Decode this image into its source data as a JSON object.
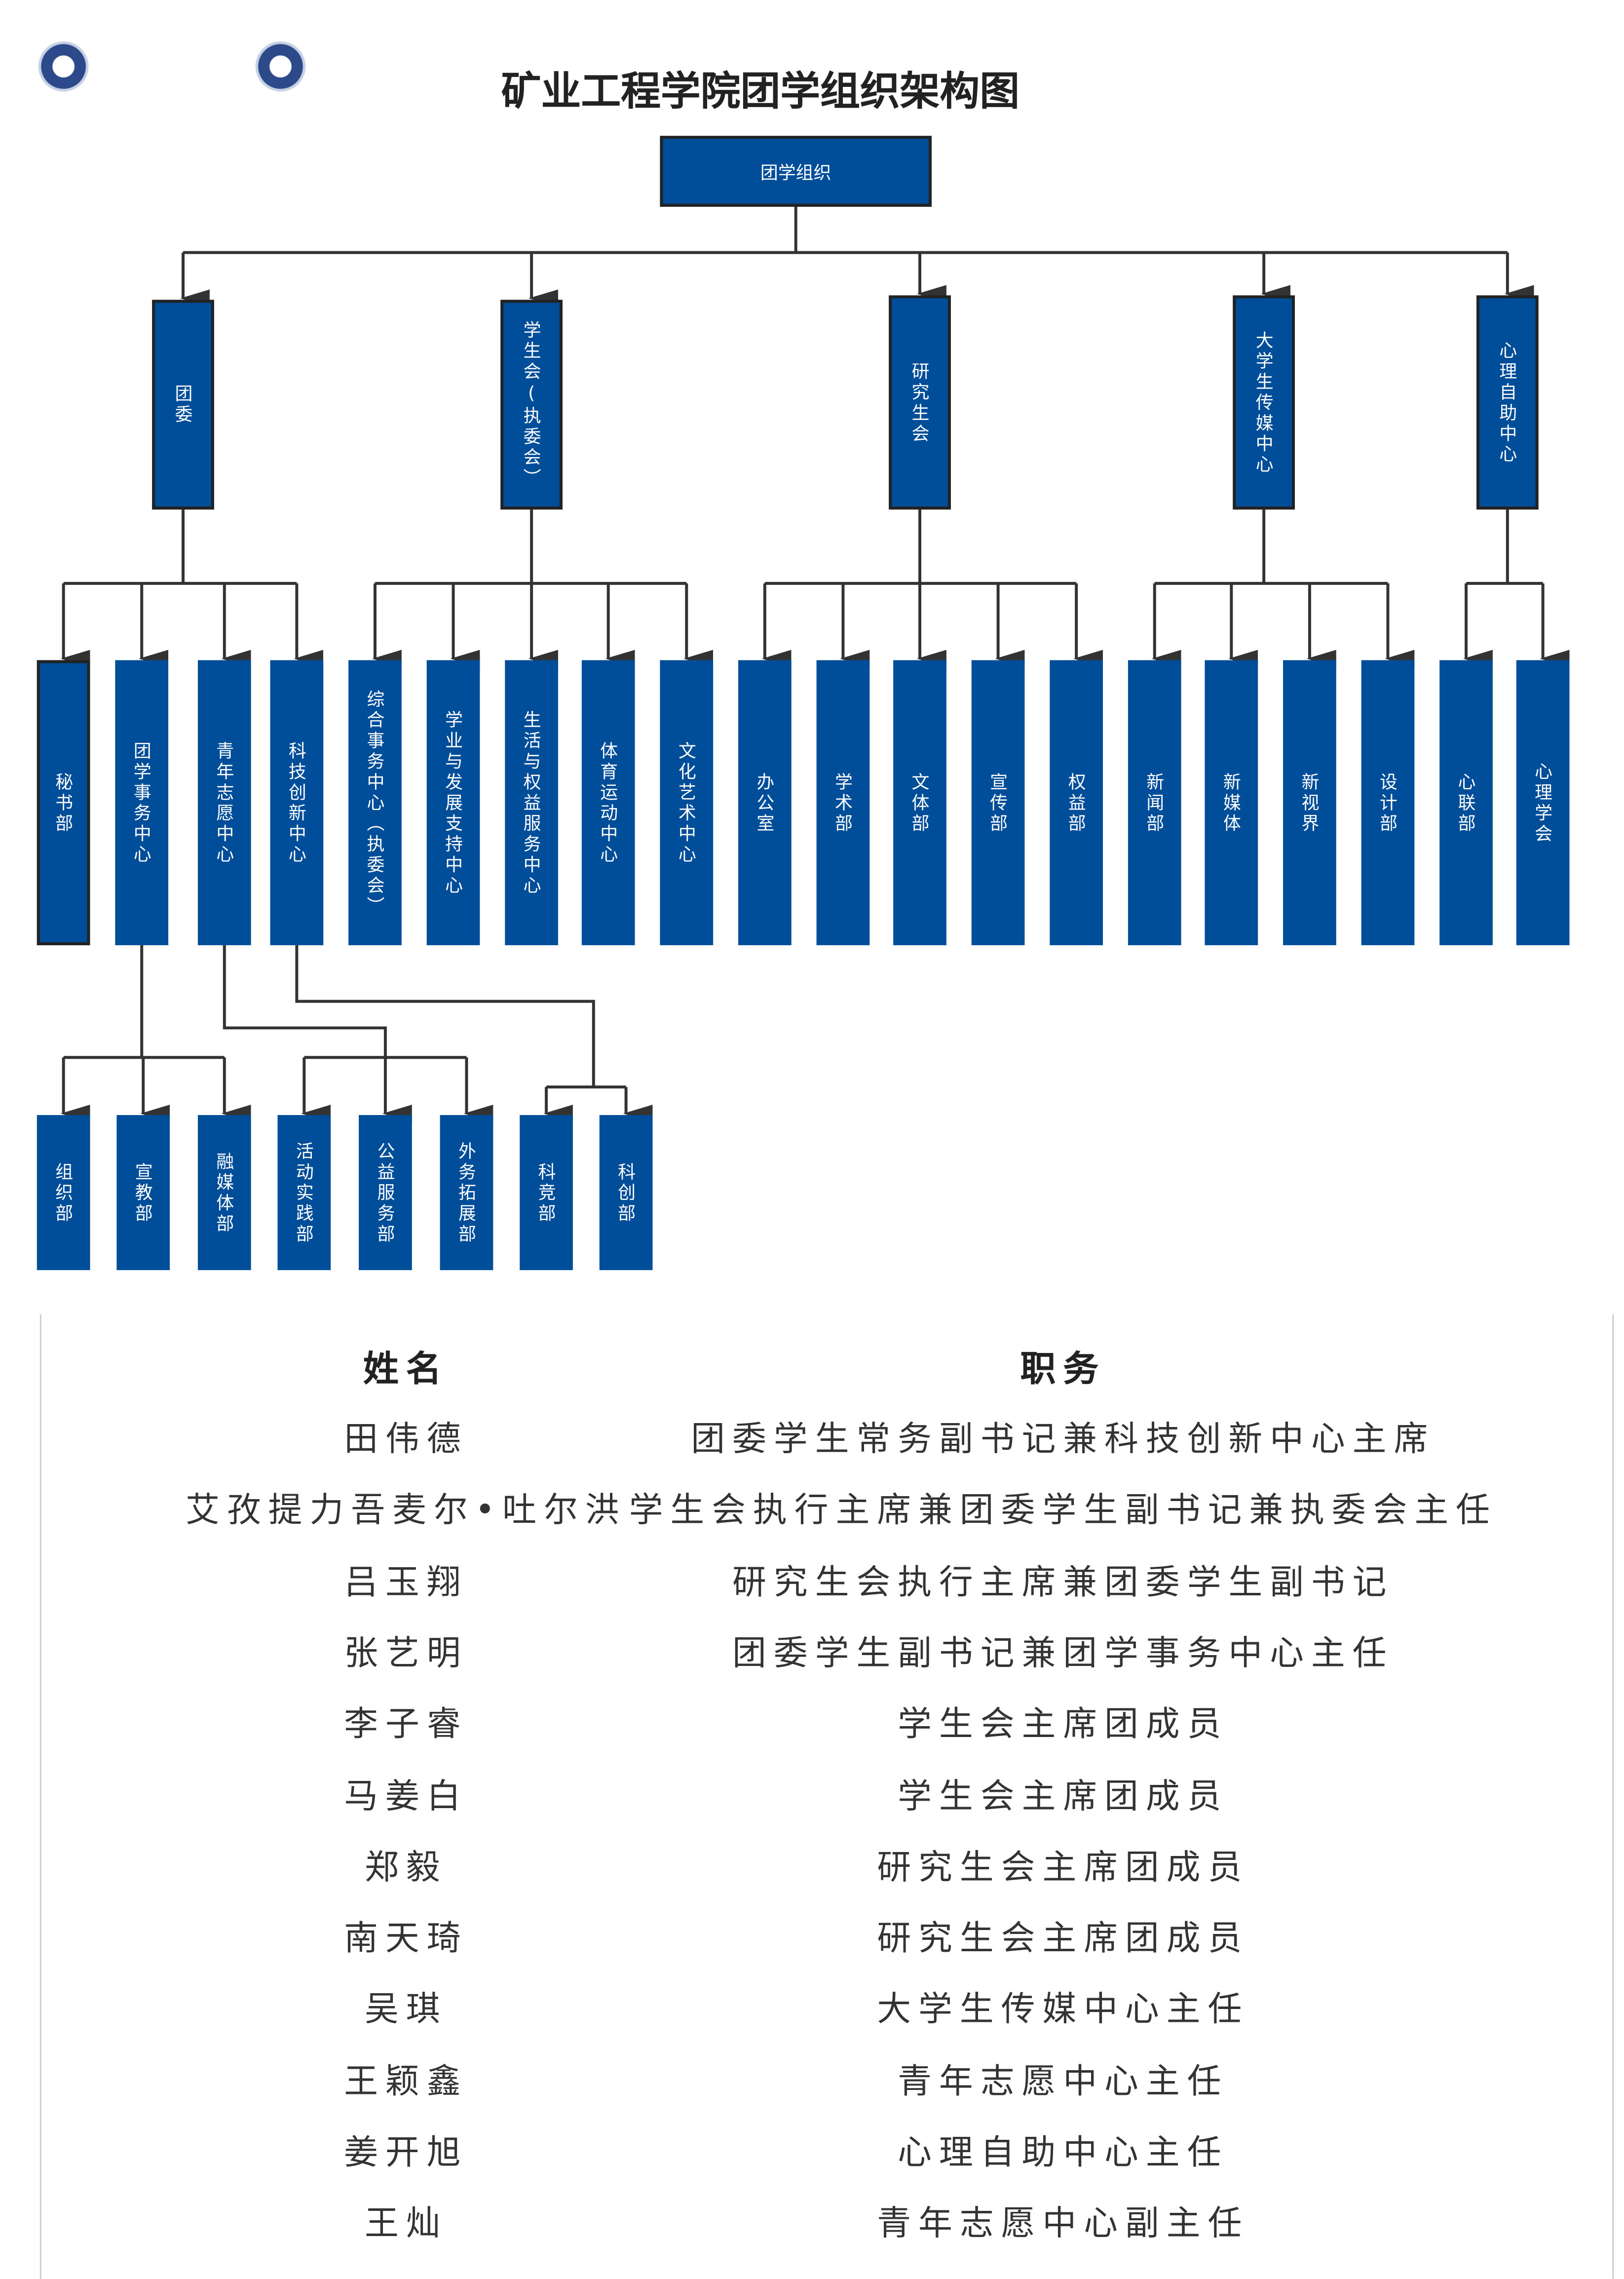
{
  "title": "矿业工程学院团学组织架构图",
  "root": "团学组织",
  "level1": [
    "团委",
    "学生会(执委会）",
    "研究生会",
    "大学生传媒中心",
    "心理自助中心"
  ],
  "level2": [
    "秘书部",
    "团学事务中心",
    "青年志愿中心",
    "科技创新中心",
    "综合事务中心（执委会）",
    "学业与发展支持中心",
    "生活与权益服务中心",
    "体育运动中心",
    "文化艺术中心",
    "办公室",
    "学术部",
    "文体部",
    "宣传部",
    "权益部",
    "新闻部",
    "新媒体",
    "新视界",
    "设计部",
    "心联部",
    "心理学会"
  ],
  "level3": [
    "组织部",
    "宣教部",
    "融媒体部",
    "活动实践部",
    "公益服务部",
    "外务拓展部",
    "科竞部",
    "科创部"
  ],
  "table": {
    "headers": [
      "姓名",
      "职务"
    ],
    "rows": [
      [
        "田伟德",
        "团委学生常务副书记兼科技创新中心主席"
      ],
      [
        "艾孜提力吾麦尔•吐尔洪",
        "学生会执行主席兼团委学生副书记兼执委会主任"
      ],
      [
        "吕玉翔",
        "研究生会执行主席兼团委学生副书记"
      ],
      [
        "张艺明",
        "团委学生副书记兼团学事务中心主任"
      ],
      [
        "李子睿",
        "学生会主席团成员"
      ],
      [
        "马姜白",
        "学生会主席团成员"
      ],
      [
        "郑毅",
        "研究生会主席团成员"
      ],
      [
        "南天琦",
        "研究生会主席团成员"
      ],
      [
        "吴琪",
        "大学生传媒中心主任"
      ],
      [
        "王颖鑫",
        "青年志愿中心主任"
      ],
      [
        "姜开旭",
        "心理自助中心主任"
      ],
      [
        "王灿",
        "青年志愿中心副主任"
      ]
    ]
  },
  "colors": {
    "box": "#004d99",
    "line": "#333333"
  }
}
